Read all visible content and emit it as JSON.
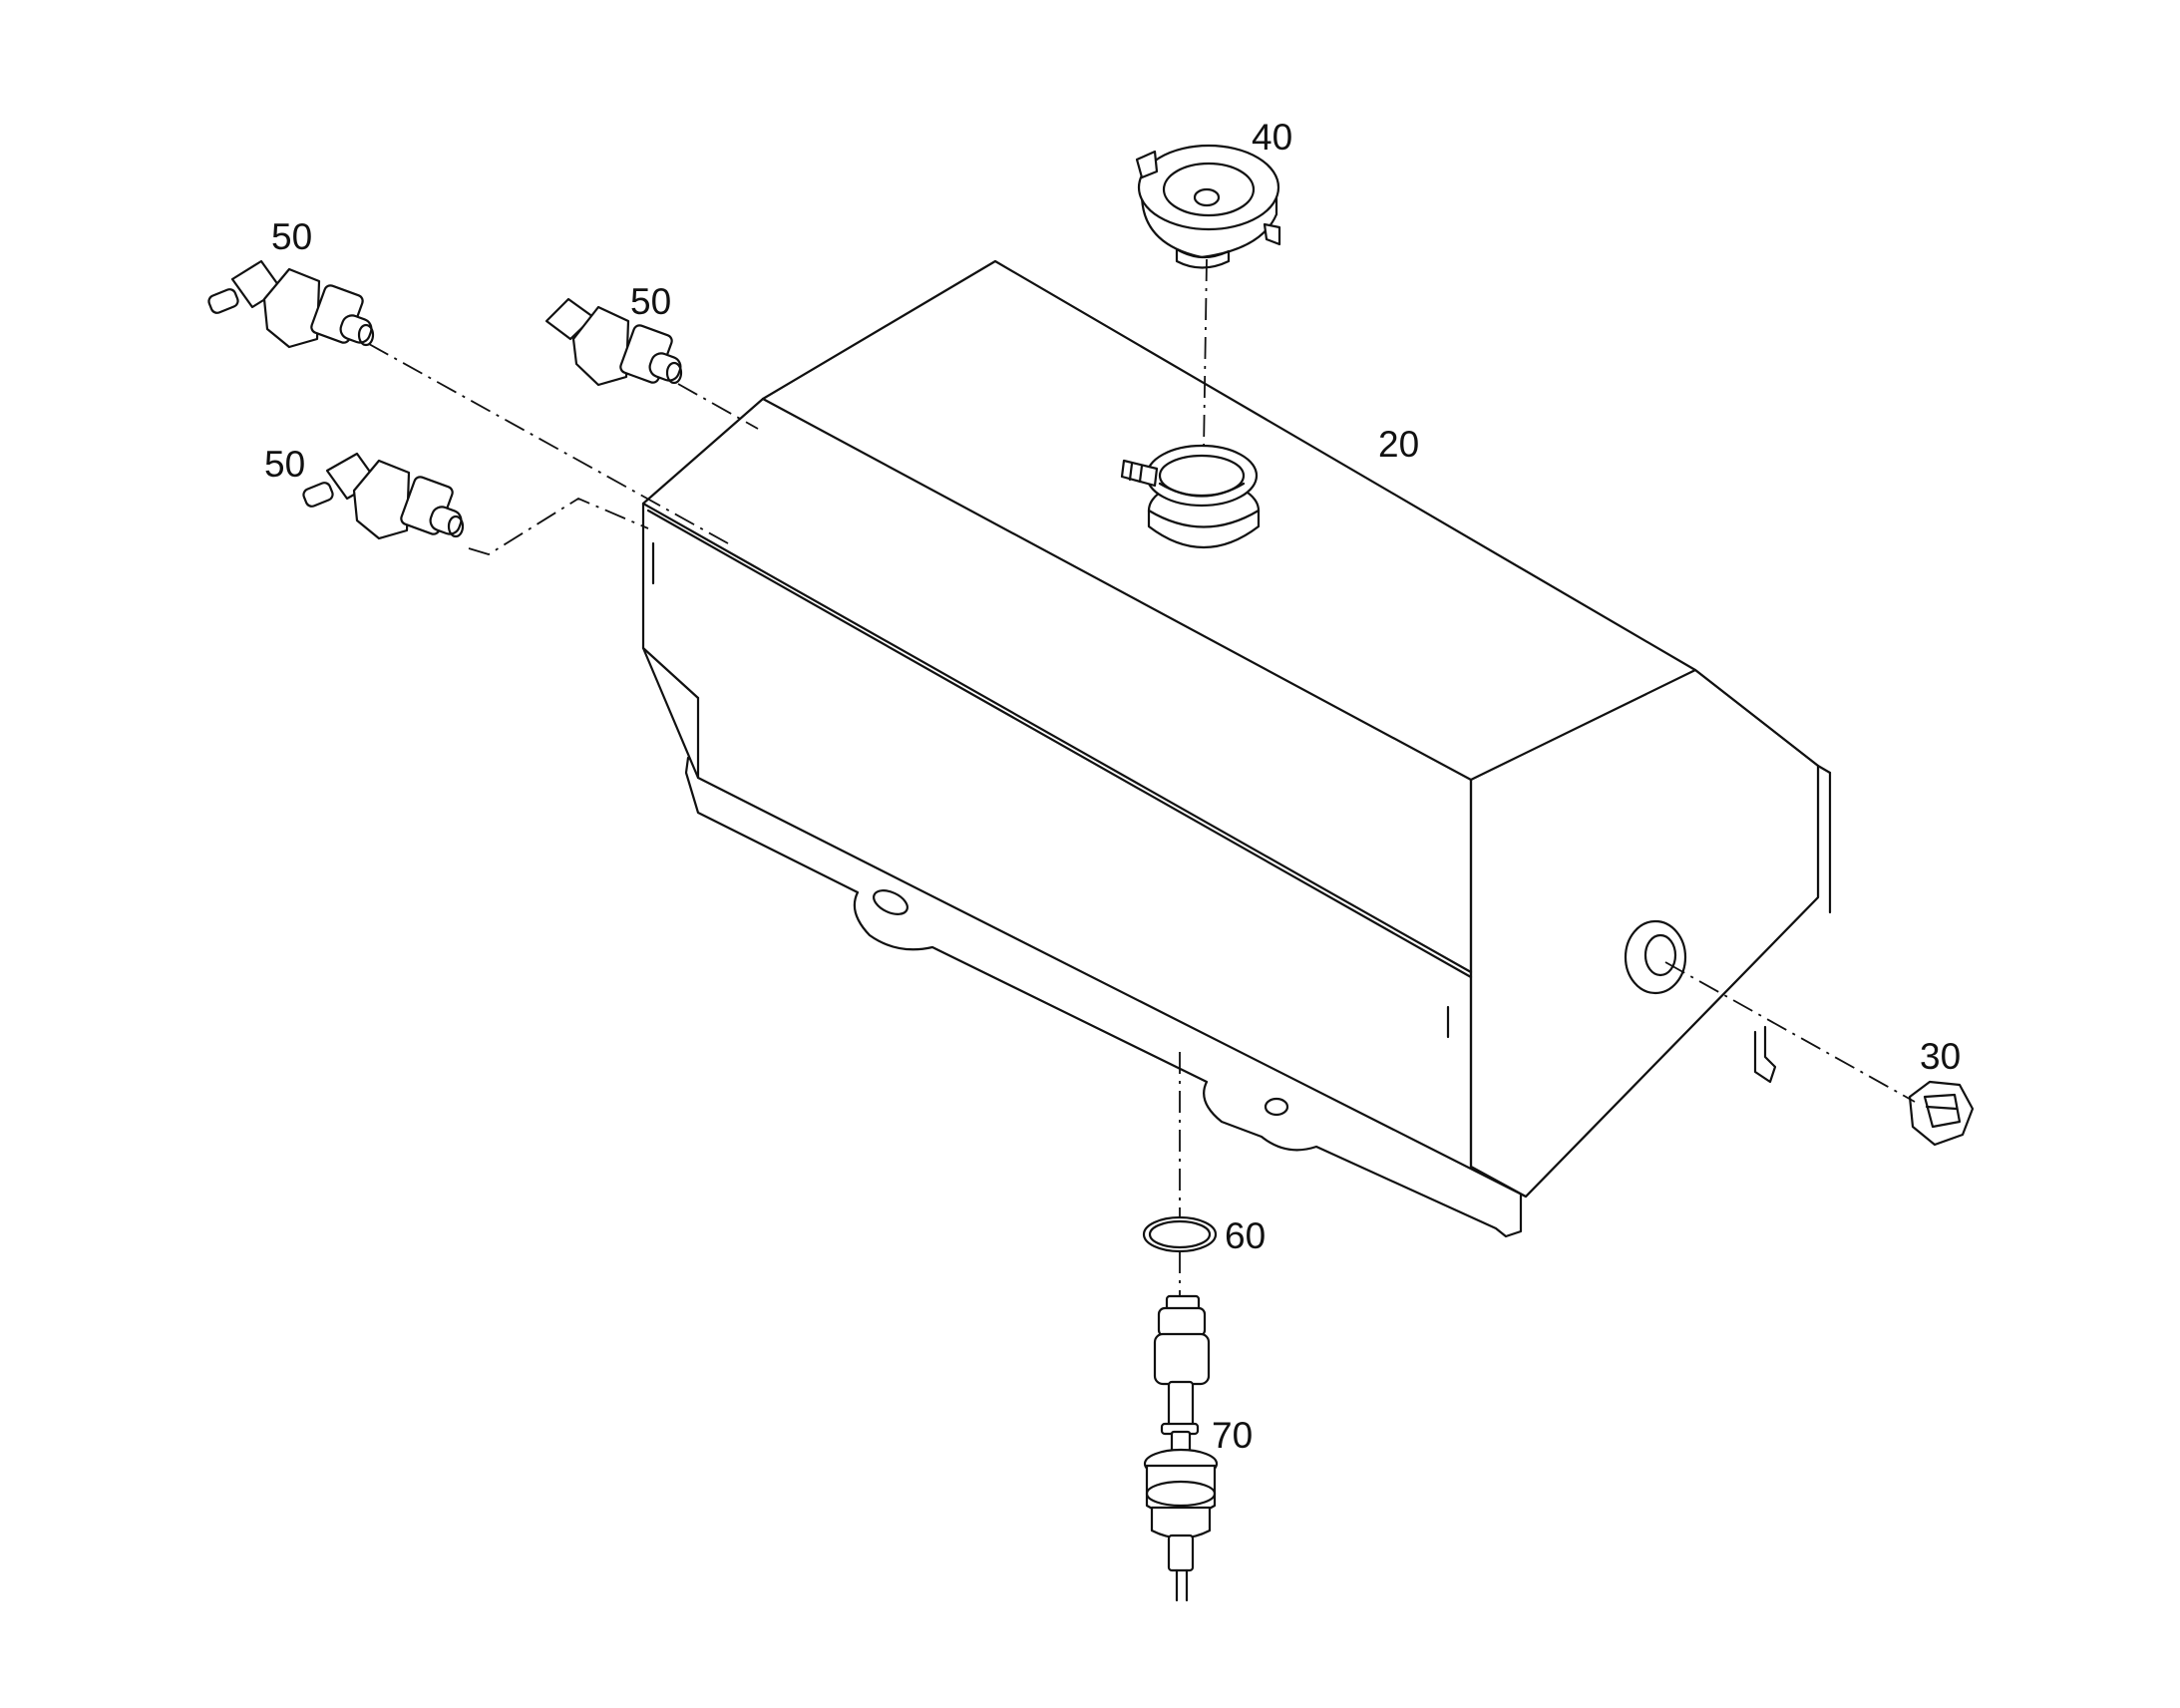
{
  "callouts": {
    "tank": "20",
    "plug_nut": "30",
    "filler_cap": "40",
    "sensor_top_left": "50",
    "sensor_top_center": "50",
    "sensor_middle_left": "50",
    "o_ring": "60",
    "level_sensor": "70"
  }
}
